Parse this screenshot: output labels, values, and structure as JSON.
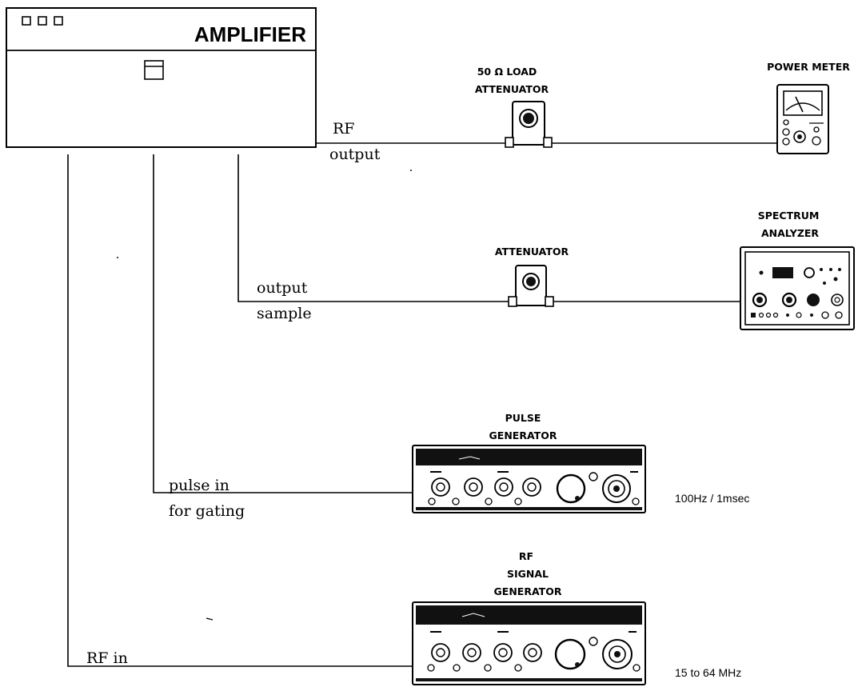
{
  "amplifier": {
    "title": "AMPLIFIER"
  },
  "devices": {
    "load_attenuator": {
      "line1": "50 Ω LOAD",
      "line2": "ATTENUATOR"
    },
    "power_meter": {
      "label": "POWER METER"
    },
    "attenuator": {
      "label": "ATTENUATOR"
    },
    "spectrum_analyzer": {
      "line1": "SPECTRUM",
      "line2": "ANALYZER"
    },
    "pulse_generator": {
      "line1": "PULSE",
      "line2": "GENERATOR",
      "setting": "100Hz / 1msec"
    },
    "rf_signal_generator": {
      "line1": "RF",
      "line2": "SIGNAL",
      "line3": "GENERATOR",
      "setting": "15 to 64 MHz"
    }
  },
  "connections": {
    "rf_output": {
      "line1": "RF",
      "line2": "output"
    },
    "output_sample": {
      "line1": "output",
      "line2": "sample"
    },
    "pulse_in": {
      "line1": "pulse in",
      "line2": "for gating"
    },
    "rf_in": {
      "label": "RF in"
    }
  },
  "colors": {
    "ink": "#000000",
    "paper": "#ffffff"
  }
}
